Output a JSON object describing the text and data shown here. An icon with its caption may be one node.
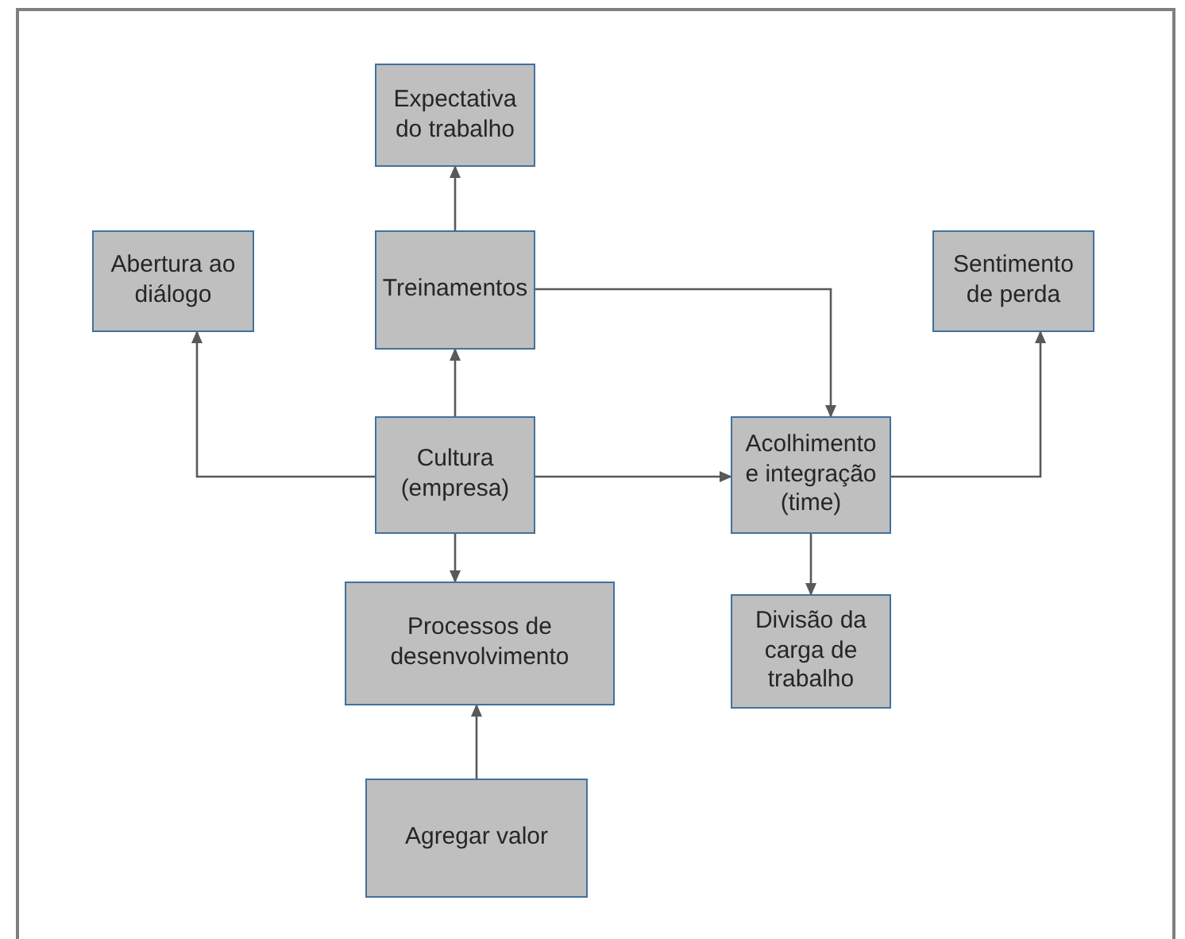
{
  "diagram": {
    "nodes": [
      {
        "text": [
          "Expectativa do trabalho"
        ]
      },
      {
        "text": [
          "Abertura ao diálogo"
        ]
      },
      {
        "text": [
          "Treinamentos"
        ]
      },
      {
        "text": [
          "Sentimento de perda"
        ]
      },
      {
        "text": [
          "Cultura (empresa)"
        ]
      },
      {
        "text": [
          "Acolhimento e integração (time)"
        ]
      },
      {
        "text": [
          "Processos de desenvolvimento"
        ]
      },
      {
        "text": [
          "Divisão da carga de trabalho"
        ]
      },
      {
        "text": [
          "Agregar valor"
        ]
      }
    ],
    "edges": [
      {
        "from": 2,
        "to": 0,
        "arrow": "to"
      },
      {
        "from": 4,
        "to": 2,
        "arrow": "to"
      },
      {
        "from": 4,
        "to": 1,
        "arrow": "to"
      },
      {
        "from": 4,
        "to": 5,
        "arrow": "to"
      },
      {
        "from": 2,
        "to": 5,
        "arrow": "to"
      },
      {
        "from": 5,
        "to": 3,
        "arrow": "to"
      },
      {
        "from": 4,
        "to": 6,
        "arrow": "to"
      },
      {
        "from": 5,
        "to": 7,
        "arrow": "to"
      },
      {
        "from": 8,
        "to": 6,
        "arrow": "to"
      }
    ]
  }
}
